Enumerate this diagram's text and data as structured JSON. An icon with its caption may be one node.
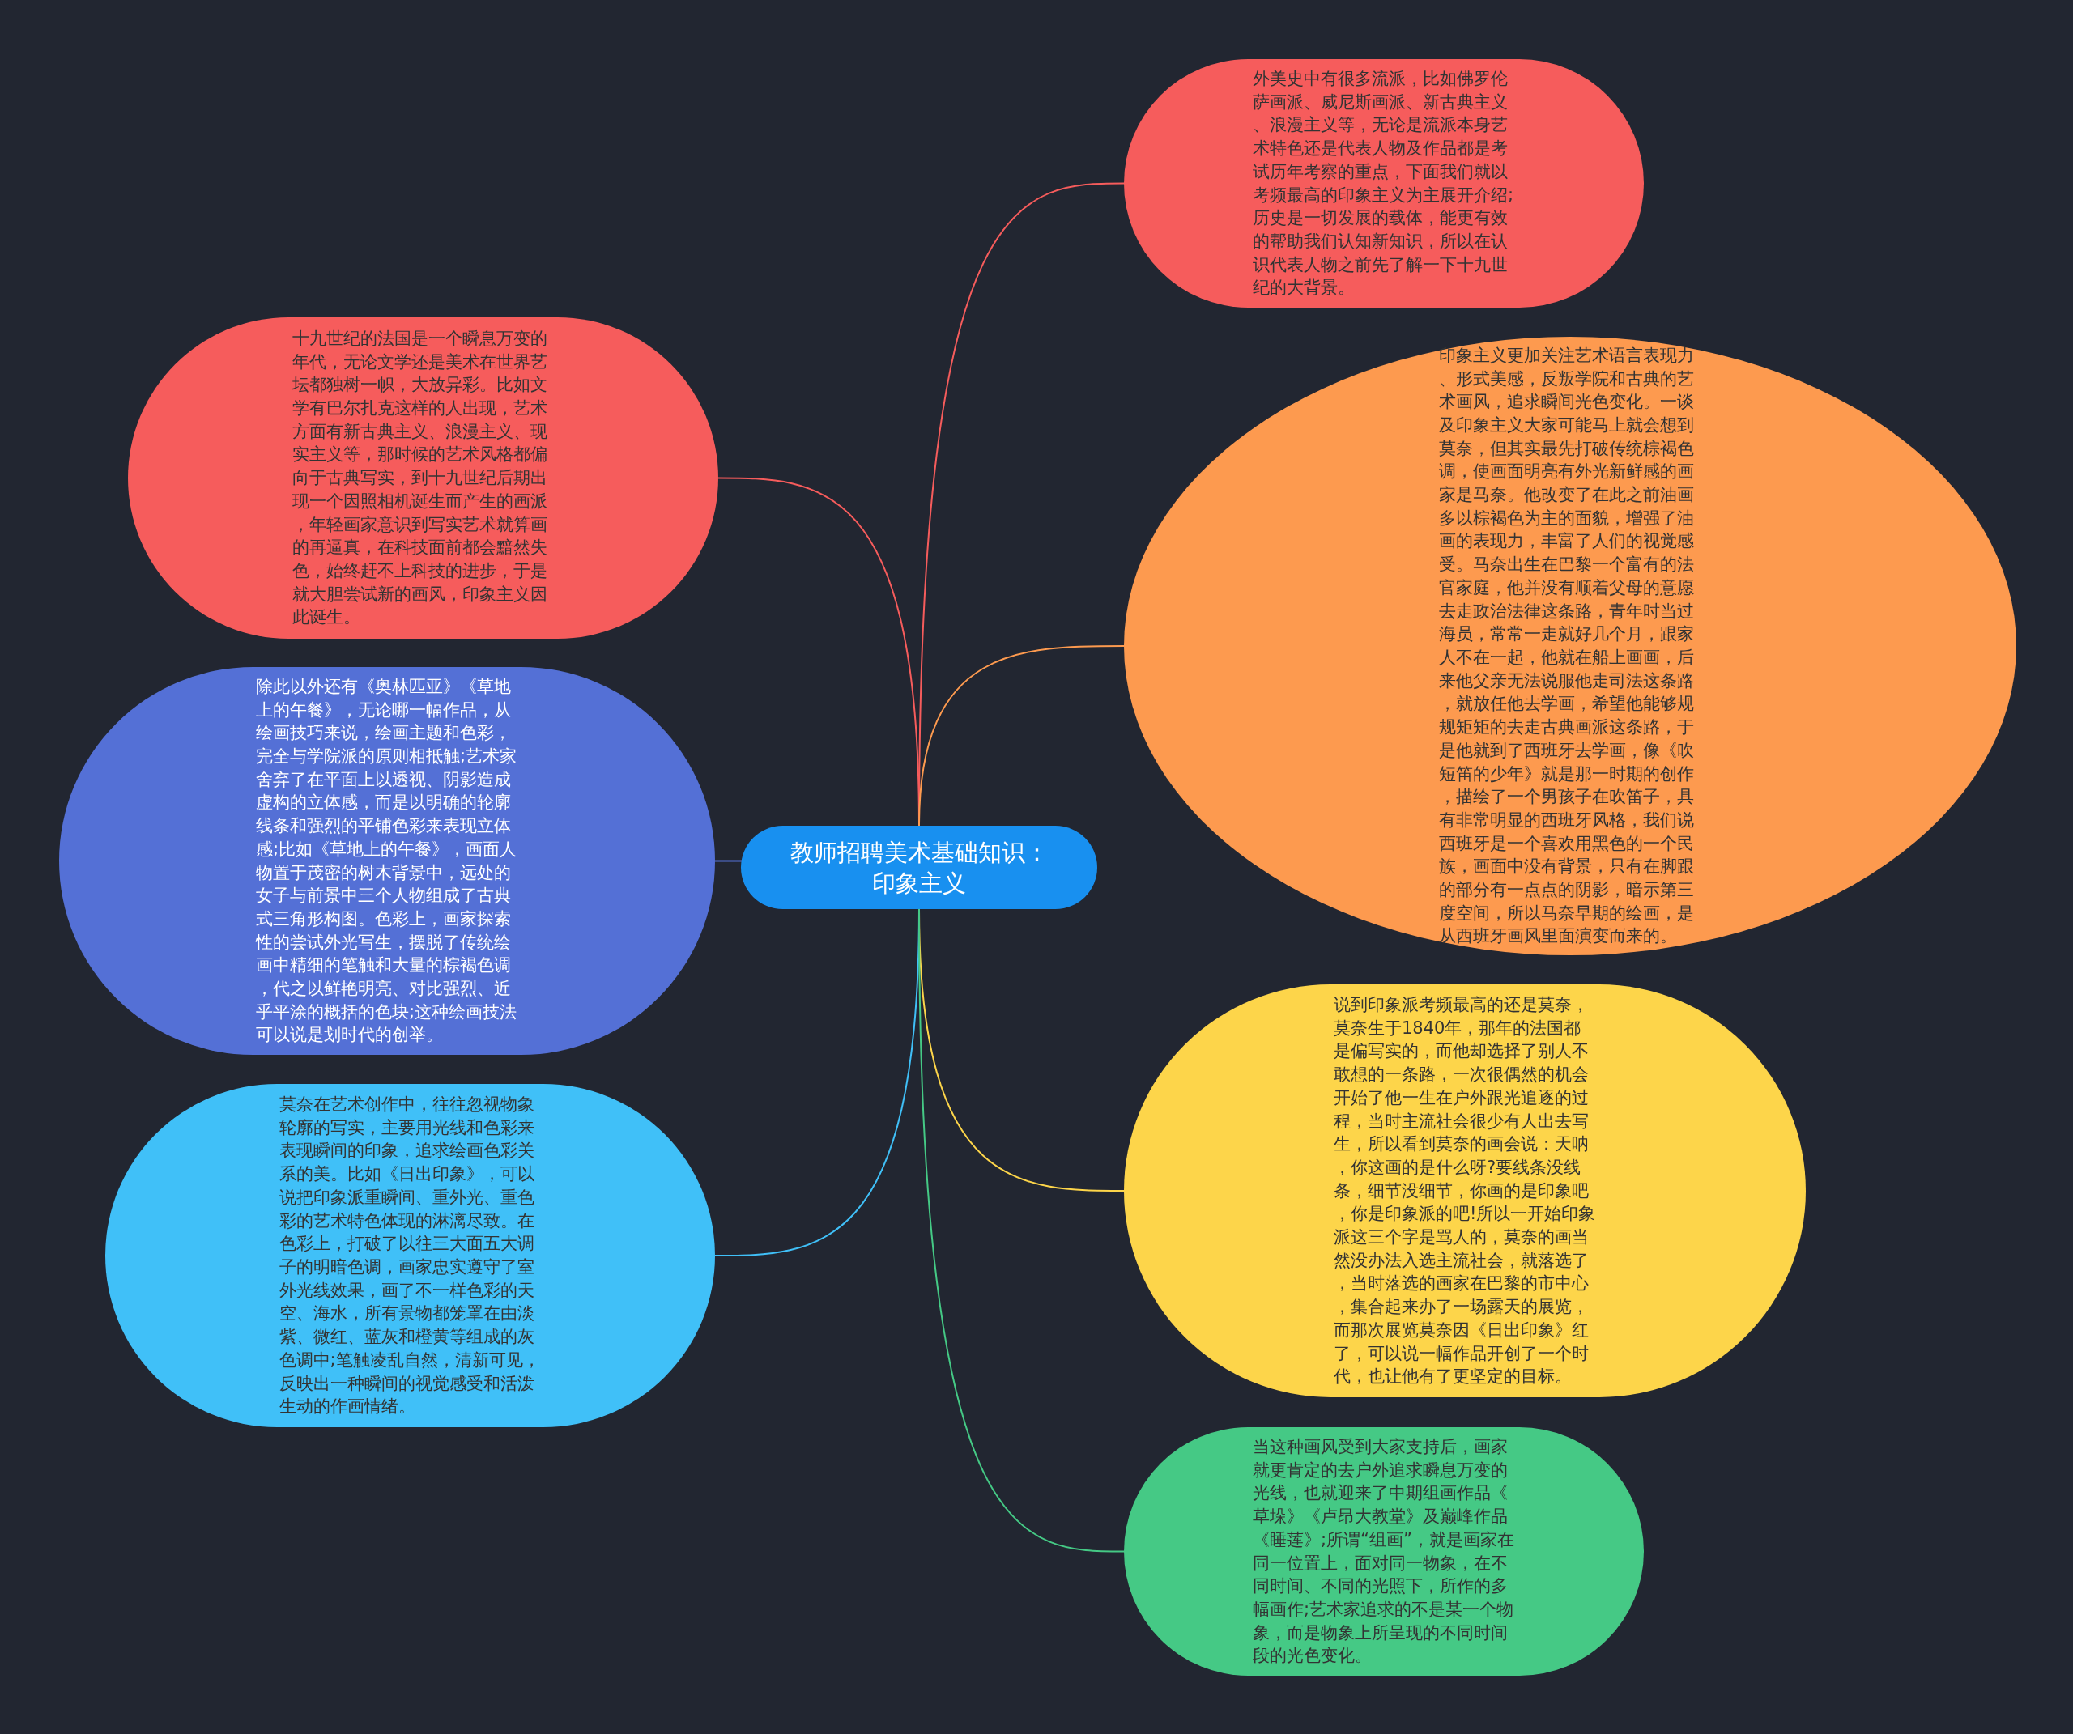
{
  "diagram": {
    "nodes": [
      {
        "text": [
          "教师招聘美术基础知识：印象主义"
        ]
      },
      {
        "text": [
          "外美史中有很多流派，比如佛罗伦萨画派、威尼斯画派、新古典主义、浪漫主义等，无论是流派本身艺术特色还是代表人物及作品都是考试历年考察的重点，下面我们就以考频最高的印象主义为主展开介绍;历史是一切发展的载体，能更有效的帮助我们认知新知识，所以在认识代表人物之前先了解一下十九世纪的大背景。"
        ]
      },
      {
        "text": [
          "十九世纪的法国是一个瞬息万变的年代，无论文学还是美术在世界艺坛都独树一帜，大放异彩。比如文学有巴尔扎克这样的人出现，艺术方面有新古典主义、浪漫主义、现实主义等，那时候的艺术风格都偏向于古典写实，到十九世纪后期出现一个因照相机诞生而产生的画派，年轻画家意识到写实艺术就算画的再逼真，在科技面前都会黯然失色，始终赶不上科技的进步，于是就大胆尝试新的画风，印象主义因此诞生。"
        ]
      },
      {
        "text": [
          "印象主义更加关注艺术语言表现力、形式美感，反叛学院和古典的艺术画风，追求瞬间光色变化。一谈及印象主义大家可能马上就会想到莫奈，但其实最先打破传统棕褐色调，使画面明亮有外光新鲜感的画家是马奈。他改变了在此之前油画多以棕褐色为主的面貌，增强了油画的表现力，丰富了人们的视觉感受。马奈出生在巴黎一个富有的法官家庭，他并没有顺着父母的意愿去走政治法律这条路，青年时当过海员，常常一走就好几个月，跟家人不在一起，他就在船上画画，后来他父亲无法说服他走司法这条路，就放任他去学画，希望他能够规规矩矩的去走古典画派这条路，于是他就到了西班牙去学画，像《吹短笛的少年》就是那一时期的创作，描绘了一个男孩子在吹笛子，具有非常明显的西班牙风格，我们说西班牙是一个喜欢用黑色的一个民族，画面中没有背景，只有在脚跟的部分有一点点的阴影，暗示第三度空间，所以马奈早期的绘画，是从西班牙画风里面演变而来的。"
        ]
      },
      {
        "text": [
          "除此以外还有《奥林匹亚》《草地上的午餐》，无论哪一幅作品，从绘画技巧来说，绘画主题和色彩，完全与学院派的原则相抵触;艺术家舍弃了在平面上以透视、阴影造成虚构的立体感，而是以明确的轮廓线条和强烈的平铺色彩来表现立体感;比如《草地上的午餐》，画面人物置于茂密的树木背景中，远处的女子与前景中三个人物组成了古典式三角形构图。色彩上，画家探索性的尝试外光写生，摆脱了传统绘画中精细的笔触和大量的棕褐色调，代之以鲜艳明亮、对比强烈、近乎平涂的概括的色块;这种绘画技法可以说是划时代的创举。"
        ]
      },
      {
        "text": [
          "说到印象派考频最高的还是莫奈，莫奈生于1840年，那年的法国都是偏写实的，而他却选择了别人不敢想的一条路，一次很偶然的机会开始了他一生在户外跟光追逐的过程，当时主流社会很少有人出去写生，所以看到莫奈的画会说：天呐，你这画的是什么呀?要线条没线条，细节没细节，你画的是印象吧，你是印象派的吧!所以一开始印象派这三个字是骂人的，莫奈的画当然没办法入选主流社会，就落选了，当时落选的画家在巴黎的市中心，集合起来办了一场露天的展览，而那次展览莫奈因《日出印象》红了，可以说一幅作品开创了一个时代，也让他有了更坚定的目标。"
        ]
      },
      {
        "text": [
          "莫奈在艺术创作中，往往忽视物象轮廓的写实，主要用光线和色彩来表现瞬间的印象，追求绘画色彩关系的美。比如《日出印象》，可以说把印象派重瞬间、重外光、重色彩的艺术特色体现的淋漓尽致。在色彩上，打破了以往三大面五大调子的明暗色调，画家忠实遵守了室外光线效果，画了不一样色彩的天空、海水，所有景物都笼罩在由淡紫、微红、蓝灰和橙黄等组成的灰色调中;笔触凌乱自然，清新可见，反映出一种瞬间的视觉感受和活泼生动的作画情绪。"
        ]
      },
      {
        "text": [
          "当这种画风受到大家支持后，画家就更肯定的去户外追求瞬息万变的光线，也就迎来了中期组画作品《草垛》《卢昂大教堂》及巅峰作品《睡莲》;所谓“组画”，就是画家在同一位置上，面对同一物象，在不同时间、不同的光照下，所作的多幅画作;艺术家追求的不是某一个物象，而是物象上所呈现的不同时间段的光色变化。"
        ]
      }
    ],
    "edges": [
      {
        "from": 0,
        "to": 1,
        "arrow": "none",
        "color": "#f65c5c"
      },
      {
        "from": 0,
        "to": 2,
        "arrow": "none",
        "color": "#f65c5c"
      },
      {
        "from": 0,
        "to": 3,
        "arrow": "none",
        "color": "#fd9a4f"
      },
      {
        "from": 0,
        "to": 4,
        "arrow": "none",
        "color": "#5470d6"
      },
      {
        "from": 0,
        "to": 5,
        "arrow": "none",
        "color": "#fdd54a"
      },
      {
        "from": 0,
        "to": 6,
        "arrow": "none",
        "color": "#40c0f8"
      },
      {
        "from": 0,
        "to": 7,
        "arrow": "none",
        "color": "#45c985"
      }
    ]
  }
}
